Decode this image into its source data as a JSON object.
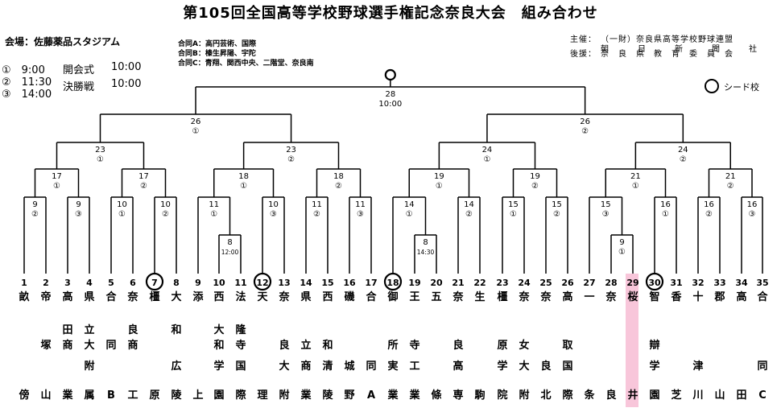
{
  "title": "第105回全国高等学校野球選手権記念奈良大会　組み合わせ",
  "venue": "会場：佐藤薬品スタジアム",
  "schedule": [
    {
      "slot": "①　9:00",
      "event": "開会式",
      "time": "10:00"
    },
    {
      "slot": "②　11:30",
      "event": "決勝戦",
      "time": "10:00"
    },
    {
      "slot": "③　14:00",
      "event": "",
      "time": ""
    }
  ],
  "combined_teams": [
    "合同A：高円芸術、国際",
    "合同B：榛生昇陽、宇陀",
    "合同C：青翔、関西中央、二階堂、奈良南"
  ],
  "organizers": {
    "host_label": "主催：",
    "host_line1": "（一財）奈良県高等学校野球連盟",
    "host_line2": "朝　日　新　聞　社",
    "support_label": "後援：",
    "support": "奈　良　県　教　育　委　員　会"
  },
  "legend": {
    "seed": "シード校"
  },
  "teams": [
    {
      "n": "1",
      "c": [
        "畝",
        "",
        "",
        "",
        "傍"
      ]
    },
    {
      "n": "2",
      "c": [
        "帝",
        "",
        "塚",
        "",
        "山"
      ]
    },
    {
      "n": "3",
      "c": [
        "高",
        "田",
        "商",
        "",
        "業"
      ]
    },
    {
      "n": "4",
      "c": [
        "県",
        "立",
        "大",
        "附",
        "属"
      ]
    },
    {
      "n": "5",
      "c": [
        "合",
        "",
        "同",
        "",
        "B"
      ]
    },
    {
      "n": "6",
      "c": [
        "奈",
        "良",
        "商",
        "",
        "工"
      ]
    },
    {
      "n": "7",
      "c": [
        "橿",
        "",
        "",
        "",
        "原"
      ],
      "seed": true
    },
    {
      "n": "8",
      "c": [
        "大",
        "和",
        "",
        "広",
        "陵"
      ]
    },
    {
      "n": "9",
      "c": [
        "添",
        "",
        "",
        "",
        "上"
      ]
    },
    {
      "n": "10",
      "c": [
        "西",
        "大",
        "和",
        "学",
        "園"
      ]
    },
    {
      "n": "11",
      "c": [
        "法",
        "隆",
        "寺",
        "国",
        "際"
      ]
    },
    {
      "n": "12",
      "c": [
        "天",
        "",
        "",
        "",
        "理"
      ],
      "seed": true
    },
    {
      "n": "13",
      "c": [
        "奈",
        "",
        "良",
        "大",
        "附"
      ]
    },
    {
      "n": "14",
      "c": [
        "県",
        "",
        "立",
        "商",
        "業"
      ]
    },
    {
      "n": "15",
      "c": [
        "西",
        "",
        "和",
        "清",
        "陵"
      ]
    },
    {
      "n": "16",
      "c": [
        "磯",
        "",
        "",
        "城",
        "野"
      ]
    },
    {
      "n": "17",
      "c": [
        "合",
        "",
        "",
        "同",
        "A"
      ]
    },
    {
      "n": "18",
      "c": [
        "御",
        "",
        "所",
        "実",
        "業"
      ],
      "seed": true
    },
    {
      "n": "19",
      "c": [
        "王",
        "",
        "寺",
        "工",
        "業"
      ]
    },
    {
      "n": "20",
      "c": [
        "五",
        "",
        "",
        "",
        "條"
      ]
    },
    {
      "n": "21",
      "c": [
        "奈",
        "",
        "良",
        "高",
        "専"
      ]
    },
    {
      "n": "22",
      "c": [
        "生",
        "",
        "",
        "",
        "駒"
      ]
    },
    {
      "n": "23",
      "c": [
        "橿",
        "",
        "原",
        "学",
        "院"
      ]
    },
    {
      "n": "24",
      "c": [
        "奈",
        "",
        "女",
        "大",
        "附"
      ]
    },
    {
      "n": "25",
      "c": [
        "奈",
        "",
        "",
        "良",
        "北"
      ]
    },
    {
      "n": "26",
      "c": [
        "高",
        "",
        "取",
        "国",
        "際"
      ]
    },
    {
      "n": "27",
      "c": [
        "一",
        "",
        "",
        "",
        "条"
      ]
    },
    {
      "n": "28",
      "c": [
        "奈",
        "",
        "",
        "",
        "良"
      ]
    },
    {
      "n": "29",
      "c": [
        "桜",
        "",
        "",
        "",
        "井"
      ]
    },
    {
      "n": "30",
      "c": [
        "智",
        "",
        "辯",
        "学",
        "園"
      ],
      "seed": true
    },
    {
      "n": "31",
      "c": [
        "香",
        "",
        "",
        "",
        "芝"
      ]
    },
    {
      "n": "32",
      "c": [
        "十",
        "",
        "",
        "津",
        "川"
      ]
    },
    {
      "n": "33",
      "c": [
        "郡",
        "",
        "",
        "",
        "山"
      ]
    },
    {
      "n": "34",
      "c": [
        "高",
        "",
        "",
        "",
        "田"
      ]
    },
    {
      "n": "35",
      "c": [
        "合",
        "",
        "",
        "同",
        "C"
      ]
    }
  ],
  "games": {
    "g1": {
      "d": "8",
      "t": "12:00"
    },
    "g2": {
      "d": "8",
      "t": "14:30"
    },
    "g3": {
      "d": "9",
      "s": "①"
    },
    "r1": [
      {
        "d": "9",
        "s": "②"
      },
      {
        "d": "9",
        "s": "③"
      },
      {
        "d": "10",
        "s": "①"
      },
      {
        "d": "10",
        "s": "②"
      },
      {
        "d": "11",
        "s": "①"
      },
      {
        "d": "10",
        "s": "③"
      },
      {
        "d": "11",
        "s": "②"
      },
      {
        "d": "11",
        "s": "③"
      },
      {
        "d": "14",
        "s": "①"
      },
      {
        "d": "14",
        "s": "②"
      },
      {
        "d": "15",
        "s": "①"
      },
      {
        "d": "15",
        "s": "②"
      },
      {
        "d": "15",
        "s": "③"
      },
      {
        "d": "16",
        "s": "①"
      },
      {
        "d": "16",
        "s": "②"
      },
      {
        "d": "16",
        "s": "③"
      }
    ],
    "r2": [
      {
        "d": "17",
        "s": "①"
      },
      {
        "d": "17",
        "s": "②"
      },
      {
        "d": "18",
        "s": "①"
      },
      {
        "d": "18",
        "s": "②"
      },
      {
        "d": "19",
        "s": "①"
      },
      {
        "d": "19",
        "s": "②"
      },
      {
        "d": "21",
        "s": "①"
      },
      {
        "d": "21",
        "s": "②"
      }
    ],
    "qf": [
      {
        "d": "23",
        "s": "①"
      },
      {
        "d": "23",
        "s": "②"
      },
      {
        "d": "24",
        "s": "①"
      },
      {
        "d": "24",
        "s": "②"
      }
    ],
    "sf": [
      {
        "d": "26",
        "s": "①"
      },
      {
        "d": "26",
        "s": "②"
      }
    ],
    "final": {
      "d": "28",
      "t": "10:00"
    }
  }
}
